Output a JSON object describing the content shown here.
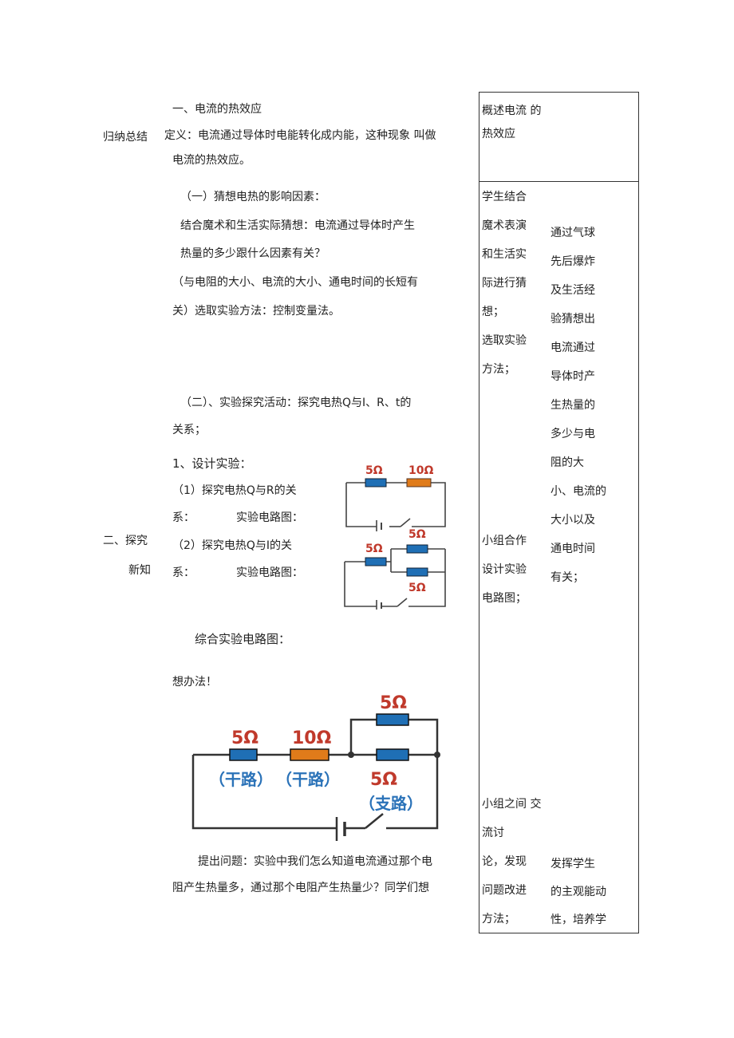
{
  "left_column": {
    "summary_label": "归纳总结",
    "explore_label_1": "二、探究",
    "explore_label_2": "新知"
  },
  "main": {
    "section_title": "一、电流的热效应",
    "definition_line1": "定义：电流通过导体时电能转化成内能，这种现象 叫做",
    "definition_line2": "电流的热效应。",
    "guess_heading": "（一）猜想电热的影响因素：",
    "guess_line1": "结合魔术和生活实际猜想：电流通过导体时产生",
    "guess_line2": "热量的多少跟什么因素有关？",
    "guess_line3": "（与电阻的大小、电流的大小、通电时间的长短有",
    "guess_line4": "关）选取实验方法：控制变量法。",
    "activity_line1": "（二）、实验探究活动：探究电热Q与I、R、t的",
    "activity_line2": "关系；",
    "design_heading": "1、设计实验：",
    "design_item1_a": "（1）探究电热Q与R的关",
    "design_item1_b": "系：",
    "design_item1_c": "实验电路图：",
    "design_item2_a": "（2）探究电热Q与I的关",
    "design_item2_b": "系：",
    "design_item2_c": "实验电路图：",
    "combined_title": "综合实验电路图：",
    "think": "想办法！",
    "question_line1": "提出问题：实验中我们怎么知道电流通过那个电",
    "question_line2": "阻产生热量多，通过那个电阻产生热量少？同学们想"
  },
  "circuit_small_1": {
    "r1": "5Ω",
    "r2": "10Ω"
  },
  "circuit_small_2": {
    "r_main": "5Ω",
    "r_top": "5Ω",
    "r_bottom": "5Ω"
  },
  "circuit_big": {
    "r1": "5Ω",
    "r2": "10Ω",
    "r3": "5Ω",
    "r4": "5Ω",
    "label_main1": "（干路）",
    "label_main2": "（干路）",
    "label_branch": "（支路）"
  },
  "right_column": {
    "cell1_line1": "概述电流 的",
    "cell1_line2": "热效应",
    "colA": [
      "学生结合",
      "魔术表演",
      "和生活实",
      "际进行猜",
      "想；",
      "选取实验",
      "方法；"
    ],
    "colA2": [
      "小组合作",
      "设计实验",
      "电路图；"
    ],
    "colA3": [
      "小组之间 交",
      "流讨",
      "论，发现",
      "问题改进",
      "方法；"
    ],
    "colB": [
      "通过气球",
      "先后爆炸",
      "及生活经",
      "验猜想出",
      "电流通过",
      "导体时产",
      "生热量的",
      "多少与电",
      "阻的大",
      "小、电流的",
      "大小以及",
      "通电时间",
      "有关；"
    ],
    "colB2": [
      "发挥学生",
      "的主观能动",
      "性，培养学"
    ]
  },
  "colors": {
    "resistor_blue": "#1f6fb5",
    "resistor_orange": "#e07b1a",
    "label_red": "#c0392b",
    "label_blue": "#2a72b8"
  }
}
